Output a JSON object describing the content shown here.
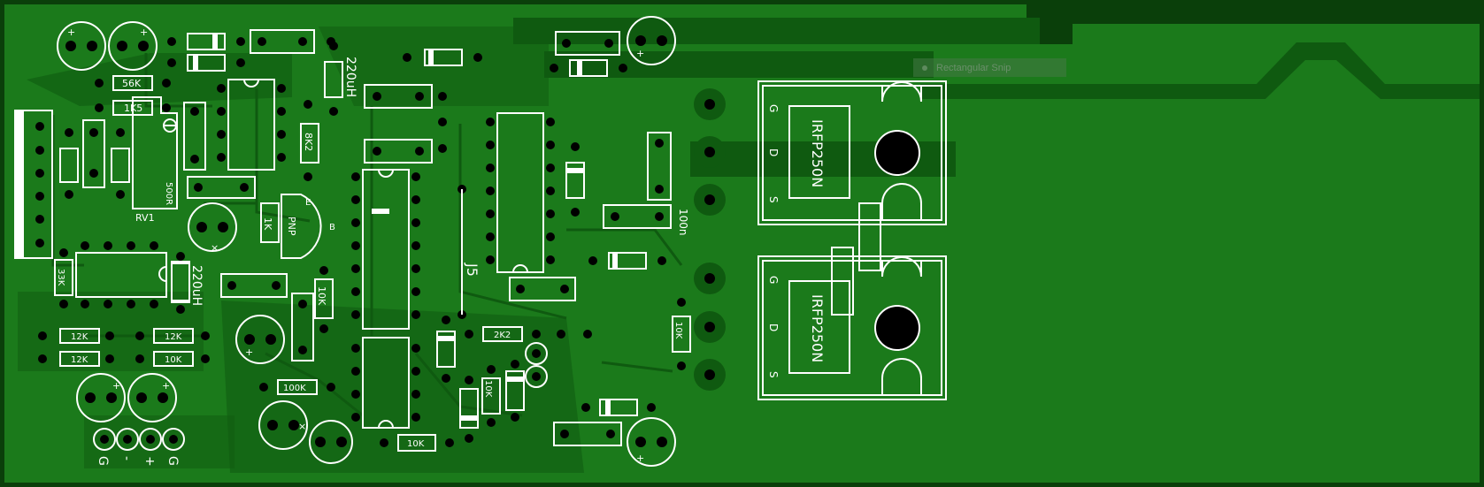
{
  "board": {
    "colors": {
      "copper": "#1b7a1b",
      "dark": "#0a3f0a",
      "trace": "#0f5a10",
      "silk": "#ffffff",
      "pad": "#000000"
    },
    "labels": {
      "r56k": "56K",
      "r1k5": "1K5",
      "l220a": "220uH",
      "r8k2": "8K2",
      "rv500": "500R",
      "rv1": "RV1",
      "pnp": "PNP",
      "e": "E",
      "b": "B",
      "r1k": "1K",
      "r33k": "33K",
      "l220b": "220uH",
      "r10ka": "10K",
      "r12ka": "12K",
      "r12kb": "12K",
      "r12kc": "12K",
      "r10kb": "10K",
      "r100k": "100K",
      "j5": "J5",
      "r2k2": "2K2",
      "r10kc": "10K",
      "r10kd": "10K",
      "c100n": "100n",
      "r10ke": "10K",
      "q1": "IRFP250N",
      "q2": "IRFP250N",
      "g1": "G",
      "d1": "D",
      "s1": "S",
      "g2": "G",
      "d2": "D",
      "s2": "S",
      "conn_g1": "G",
      "conn_minus": "-",
      "conn_plus": "+",
      "conn_g2": "G"
    },
    "snip_label": "Rectangular Snip"
  }
}
